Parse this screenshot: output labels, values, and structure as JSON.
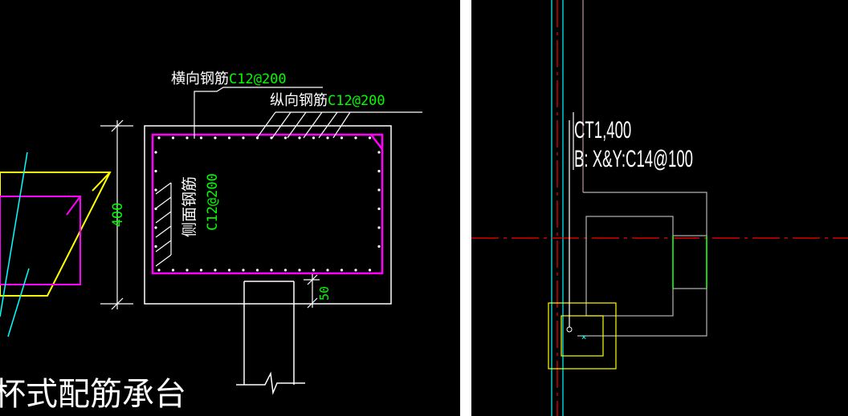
{
  "colors": {
    "background": "#000000",
    "separator": "#ffffff",
    "white_line": "#ffffff",
    "green_text": "#00ff00",
    "magenta_rebar": "#ff00ff",
    "yellow": "#ffff00",
    "cyan": "#00ffff",
    "red_centerline": "#ff0000",
    "gray_outline": "#b4b4b4"
  },
  "left": {
    "transverse_label": "横向钢筋",
    "transverse_spec": "C12@200",
    "longitudinal_label": "纵向钢筋",
    "longitudinal_spec": "C12@200",
    "side_label": "侧面钢筋",
    "side_spec": "C12@200",
    "dim_height": "400",
    "dim_offset": "50",
    "caption": "杯式配筋承台"
  },
  "right": {
    "tag_line1": "CT1,400",
    "tag_line2": "B: X&Y:C14@100"
  }
}
